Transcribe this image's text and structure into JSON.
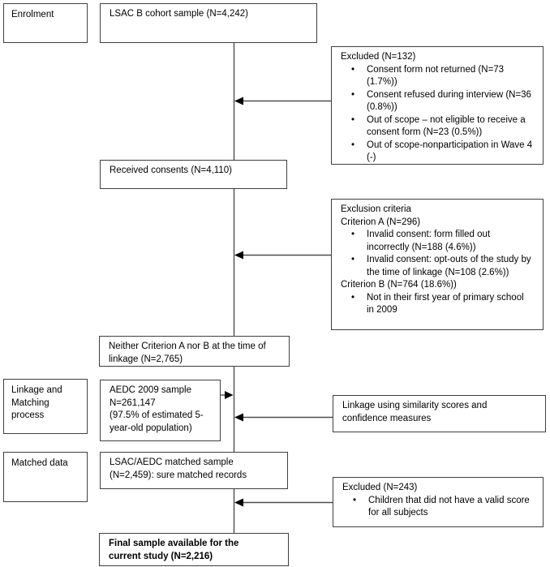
{
  "stage_labels": {
    "enrolment": "Enrolment",
    "linkage_lines": [
      "Linkage and",
      "Matching",
      "process"
    ],
    "matched": "Matched data"
  },
  "boxes": {
    "lsac_cohort": {
      "text": "LSAC B cohort sample (N=4,242)"
    },
    "excluded_132": {
      "title": "Excluded (N=132)",
      "items": [
        "Consent form not returned (N=73 (1.7%))",
        "Consent refused during interview (N=36 (0.8%))",
        "Out of scope – not eligible to receive a consent form (N=23 (0.5%))",
        "Out of scope-nonparticipation in Wave 4 (-)"
      ]
    },
    "received_consents": {
      "text": "Received consents (N=4,110)"
    },
    "exclusion_criteria": {
      "title": "Exclusion criteria",
      "criterion_a": "Criterion A (N=296)",
      "criterion_a_items": [
        "Invalid consent: form filled out incorrectly (N=188 (4.6%))",
        "Invalid consent: opt-outs of the study by the time of linkage (N=108 (2.6%))"
      ],
      "criterion_b": "Criterion B (N=764 (18.6%))",
      "criterion_b_items": [
        "Not in their first year of primary school in 2009"
      ]
    },
    "neither_criterion": {
      "lines": [
        "Neither Criterion A nor B at the time of",
        "linkage (N=2,765)"
      ]
    },
    "aedc_sample": {
      "lines": [
        "AEDC 2009 sample",
        "N=261,147",
        "(97.5% of estimated 5-",
        "year-old population)"
      ]
    },
    "linkage_method": {
      "lines": [
        "Linkage using similarity scores and",
        "confidence measures"
      ]
    },
    "matched_sample": {
      "lines": [
        "LSAC/AEDC matched sample",
        "(N=2,459): sure matched records"
      ]
    },
    "excluded_243": {
      "title": "Excluded (N=243)",
      "items": [
        "Children that did not have a valid score for all subjects"
      ]
    },
    "final_sample": {
      "lines": [
        "Final sample available for the",
        "current study (N=2,216)"
      ]
    }
  },
  "colors": {
    "box_border": "#3f3f3f",
    "connector": "#4d4d4d",
    "arrowhead": "#000000",
    "text": "#000000",
    "background": "#ffffff"
  }
}
